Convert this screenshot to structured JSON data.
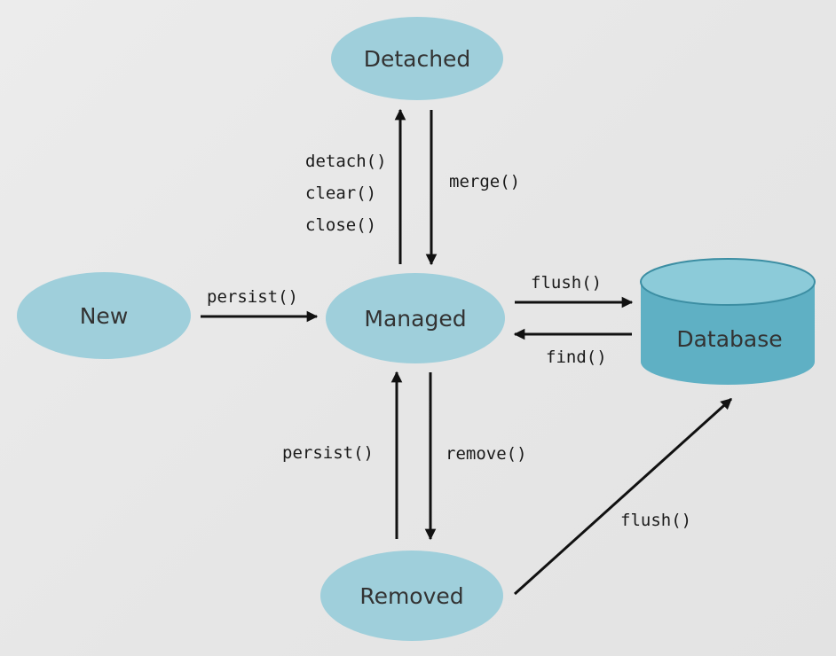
{
  "nodes": {
    "detached": "Detached",
    "new": "New",
    "managed": "Managed",
    "removed": "Removed",
    "database": "Database"
  },
  "edges": {
    "detach": "detach()",
    "clear": "clear()",
    "close": "close()",
    "merge": "merge()",
    "persist_new": "persist()",
    "flush_managed": "flush()",
    "find": "find()",
    "persist_removed": "persist()",
    "remove": "remove()",
    "flush_removed": "flush()"
  },
  "colors": {
    "state_fill": "#9fcfdb",
    "database_fill": "#5fb0c4",
    "arrow": "#111111"
  }
}
